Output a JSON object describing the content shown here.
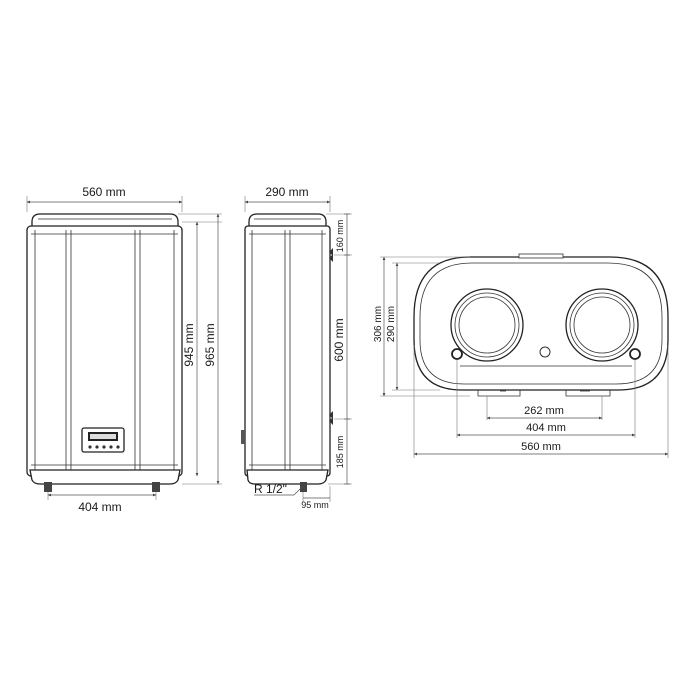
{
  "front_view": {
    "width_label": "560 mm",
    "height_label_inner": "945 mm",
    "height_label_outer": "965 mm",
    "bottom_width_label": "404 mm"
  },
  "side_view": {
    "depth_label": "290 mm",
    "top_offset_label": "160 mm",
    "mount_span_label": "600 mm",
    "bottom_offset_label": "185 mm",
    "thread_label": "R 1/2\"",
    "pipe_offset_label": "95 mm"
  },
  "top_view": {
    "depth_outer_label": "306 mm",
    "depth_inner_label": "290 mm",
    "bracket_spacing_label": "262 mm",
    "pipe_spacing_label": "404 mm",
    "width_label": "560 mm"
  }
}
